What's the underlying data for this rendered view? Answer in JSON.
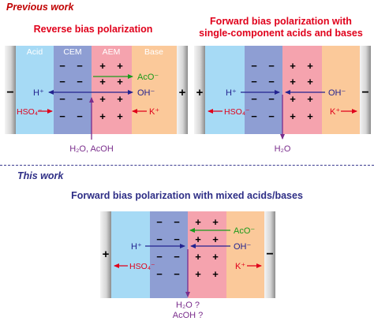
{
  "colors": {
    "acid": "#a6daf5",
    "cem": "#8e9ed3",
    "aem": "#f5a3ae",
    "base": "#fbc99a",
    "electrode_light": "#e9e9e9",
    "electrode_dark": "#9a9a9a",
    "previous_label": "#c00000",
    "this_label": "#2e2e86",
    "reverse_heading": "#e0001b",
    "forward_heading": "#e0001b",
    "mixed_heading": "#2e2e86",
    "proton": "#23238f",
    "hydroxide": "#23238f",
    "hso4": "#e0001b",
    "potassium": "#e0001b",
    "acetate": "#1a9a1a",
    "water": "#7a2d8c",
    "acoh": "#7a2d8c"
  },
  "sections": {
    "previous": {
      "label": "Previous work"
    },
    "this": {
      "label": "This work"
    }
  },
  "diagrams": {
    "reverse": {
      "heading": "Reverse bias polarization",
      "left_electrode": "−",
      "right_electrode": "+",
      "zone_labels": {
        "acid": "Acid",
        "cem": "CEM",
        "aem": "AEM",
        "base": "Base"
      },
      "ions": {
        "acetate": "AcO⁻",
        "proton": "H⁺",
        "hydroxide": "OH⁻",
        "hso4": "HSO₄⁻",
        "potassium": "K⁺"
      },
      "input_label": "H₂O, AcOH"
    },
    "forward": {
      "heading_line1": "Forward bias polarization with",
      "heading_line2": "single-component acids and bases",
      "left_electrode": "+",
      "right_electrode": "−",
      "ions": {
        "proton": "H⁺",
        "hydroxide": "OH⁻",
        "hso4": "HSO₄⁻",
        "potassium": "K⁺"
      },
      "output_label": "H₂O"
    },
    "mixed": {
      "heading": "Forward bias polarization with mixed acids/bases",
      "left_electrode": "+",
      "right_electrode": "−",
      "ions": {
        "acetate": "AcO⁻",
        "proton": "H⁺",
        "hydroxide": "OH⁻",
        "hso4": "HSO₄⁻",
        "potassium": "K⁺"
      },
      "output_line1": "H₂O ?",
      "output_line2": "AcOH ?"
    }
  },
  "charges": {
    "negative": "−",
    "positive": "+"
  }
}
